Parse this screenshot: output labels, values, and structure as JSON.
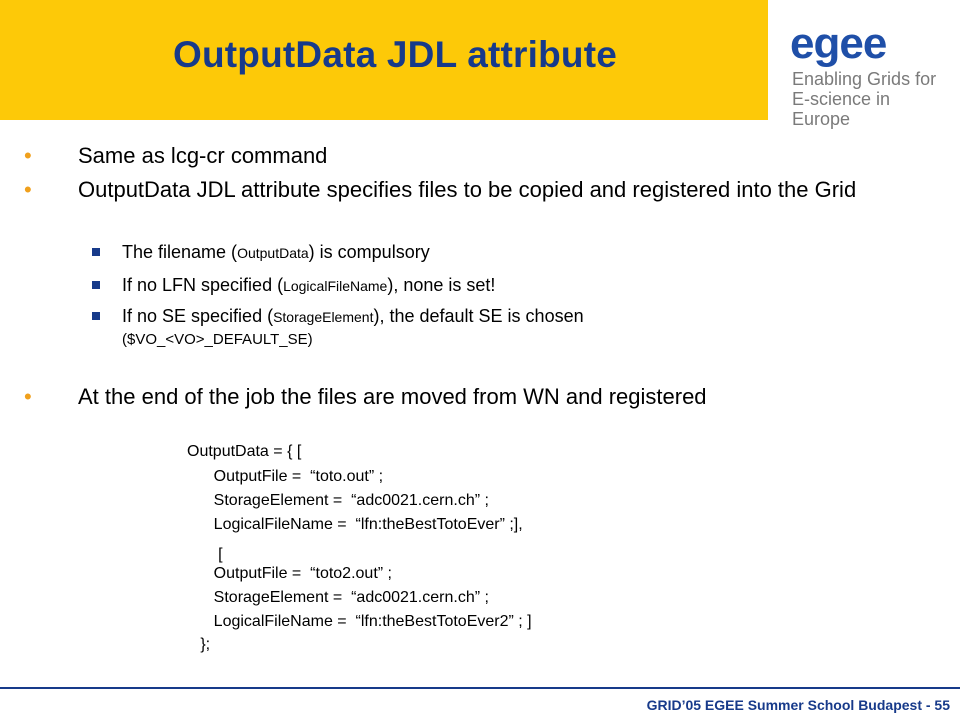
{
  "slide": {
    "title": "OutputData JDL attribute",
    "footer": "GRID’05 EGEE Summer School Budapest - 55"
  },
  "logo": {
    "mark": "egee",
    "line1": "Enabling Grids for",
    "line2": "E-science in Europe"
  },
  "bullets": [
    {
      "text": "Same as lcg-cr command"
    },
    {
      "text": "OutputData JDL attribute specifies files to be copied and registered into the Grid"
    },
    {
      "text": "At the end of the job the files are moved from WN and registered"
    }
  ],
  "subbullets": [
    {
      "pre": "The filename (",
      "code": "OutputData",
      "post": ") is compulsory"
    },
    {
      "pre": "If no LFN specified (",
      "code": "LogicalFileName",
      "post": "), none is set!"
    },
    {
      "pre": "If no SE specified (",
      "code": "StorageElement",
      "post": "), the default SE is chosen",
      "line2": "($VO_<VO>_DEFAULT_SE)"
    }
  ],
  "code": [
    "OutputData = { [",
    "      OutputFile =  “toto.out” ;",
    "      StorageElement =  “adc0021.cern.ch” ;",
    "      LogicalFileName =  “lfn:theBestTotoEver” ;],",
    "       [",
    "      OutputFile =  “toto2.out” ;",
    "      StorageElement =  “adc0021.cern.ch” ;",
    "      LogicalFileName =  “lfn:theBestTotoEver2” ; ]",
    "   };"
  ]
}
